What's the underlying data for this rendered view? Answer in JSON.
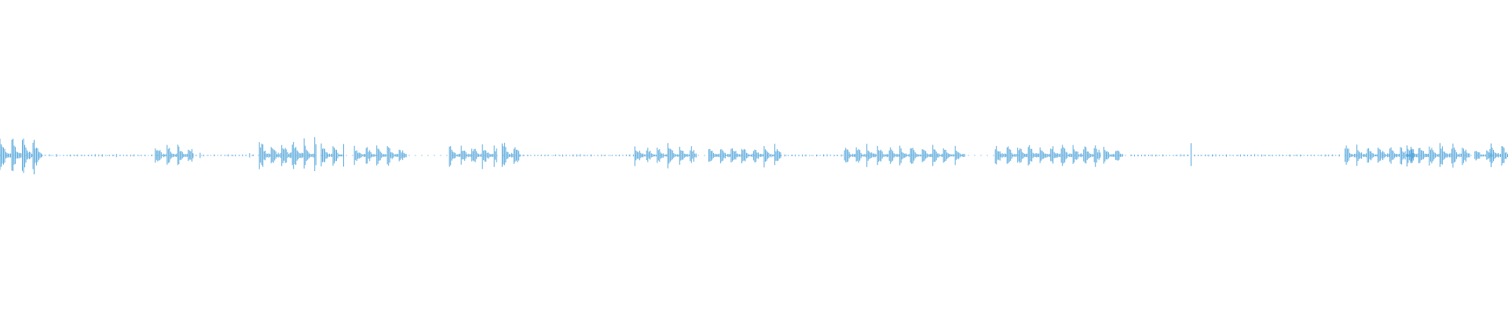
{
  "waveform": {
    "color": "#5aa9dc",
    "segments": [
      {
        "start": 0.0,
        "end": 0.028,
        "amp": 0.55,
        "dense": true
      },
      {
        "start": 0.028,
        "end": 0.105,
        "amp": 0.05,
        "dense": false
      },
      {
        "start": 0.103,
        "end": 0.128,
        "amp": 0.3,
        "dense": true
      },
      {
        "start": 0.128,
        "end": 0.17,
        "amp": 0.08,
        "dense": false
      },
      {
        "start": 0.172,
        "end": 0.21,
        "amp": 0.45,
        "dense": true
      },
      {
        "start": 0.213,
        "end": 0.228,
        "amp": 0.3,
        "dense": true
      },
      {
        "start": 0.235,
        "end": 0.27,
        "amp": 0.28,
        "dense": true
      },
      {
        "start": 0.298,
        "end": 0.33,
        "amp": 0.3,
        "dense": true
      },
      {
        "start": 0.333,
        "end": 0.345,
        "amp": 0.4,
        "dense": true
      },
      {
        "start": 0.345,
        "end": 0.42,
        "amp": 0.04,
        "dense": false
      },
      {
        "start": 0.421,
        "end": 0.462,
        "amp": 0.28,
        "dense": true
      },
      {
        "start": 0.47,
        "end": 0.518,
        "amp": 0.28,
        "dense": true
      },
      {
        "start": 0.518,
        "end": 0.56,
        "amp": 0.03,
        "dense": false
      },
      {
        "start": 0.56,
        "end": 0.64,
        "amp": 0.28,
        "dense": true
      },
      {
        "start": 0.66,
        "end": 0.73,
        "amp": 0.32,
        "dense": true
      },
      {
        "start": 0.732,
        "end": 0.745,
        "amp": 0.25,
        "dense": true
      },
      {
        "start": 0.75,
        "end": 0.86,
        "amp": 0.4,
        "dense": false
      },
      {
        "start": 0.86,
        "end": 0.89,
        "amp": 0.05,
        "dense": false
      },
      {
        "start": 0.892,
        "end": 0.938,
        "amp": 0.3,
        "dense": true
      },
      {
        "start": 0.933,
        "end": 0.975,
        "amp": 0.35,
        "dense": true
      },
      {
        "start": 0.978,
        "end": 0.99,
        "amp": 0.18,
        "dense": true
      },
      {
        "start": 0.988,
        "end": 1.0,
        "amp": 0.35,
        "dense": true
      }
    ]
  }
}
